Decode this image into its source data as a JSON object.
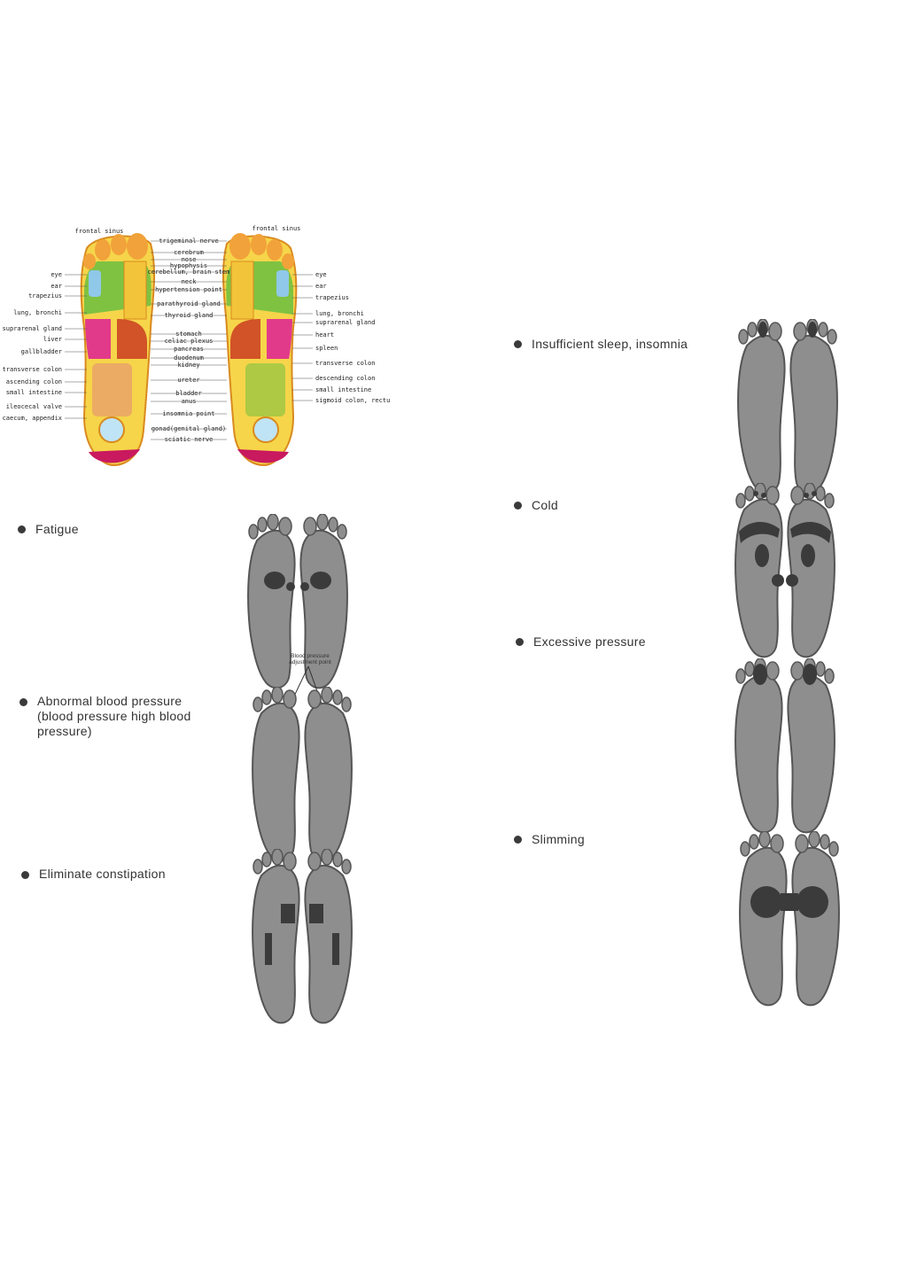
{
  "reflex_chart": {
    "left_labels": [
      "eye",
      "ear",
      "trapezius",
      "lung, bronchi",
      "suprarenal gland",
      "liver",
      "gallbladder",
      "transverse colon",
      "ascending colon",
      "small intestine",
      "ileocecal valve",
      "caecum, appendix"
    ],
    "center_labels": [
      "frontal sinus",
      "trigeminal nerve",
      "cerebrum",
      "nose",
      "hypophysis",
      "cerebellum, brain stem",
      "neck",
      "hypertension point",
      "parathyroid gland",
      "thyroid gland",
      "stomach",
      "celiac plexus",
      "pancreas",
      "duodenum",
      "kidney",
      "ureter",
      "bladder",
      "anus",
      "insomnia point",
      "gonad(genital gland)",
      "sciatic nerve"
    ],
    "right_labels": [
      "frontal sinus",
      "eye",
      "ear",
      "trapezius",
      "lung, bronchi",
      "suprarenal gland",
      "heart",
      "spleen",
      "transverse colon",
      "descending colon",
      "small intestine",
      "sigmoid colon, rectum"
    ],
    "colors": {
      "toes": "#f2a23a",
      "lung_zone": "#7fc241",
      "gland_pink": "#e23a8a",
      "organ_yellow": "#f6d54a",
      "heel": "#c9195f",
      "outline": "#d98a1f",
      "kidney_red": "#c8321e"
    }
  },
  "conditions": [
    {
      "id": "fatigue",
      "title": "Fatigue"
    },
    {
      "id": "blood-pressure",
      "title": "Abnormal blood pressure (blood pressure high blood pressure)",
      "annotation": "Blood pressure adjustment point"
    },
    {
      "id": "constipation",
      "title": "Eliminate constipation"
    },
    {
      "id": "insomnia",
      "title": "Insufficient sleep, insomnia"
    },
    {
      "id": "cold",
      "title": "Cold"
    },
    {
      "id": "pressure",
      "title": "Excessive pressure"
    },
    {
      "id": "slimming",
      "title": "Slimming"
    }
  ],
  "colors": {
    "sole_gray": "#8e8e8e",
    "sole_outline": "#555555",
    "spot_dark": "#3b3b3b",
    "text": "#333333"
  }
}
